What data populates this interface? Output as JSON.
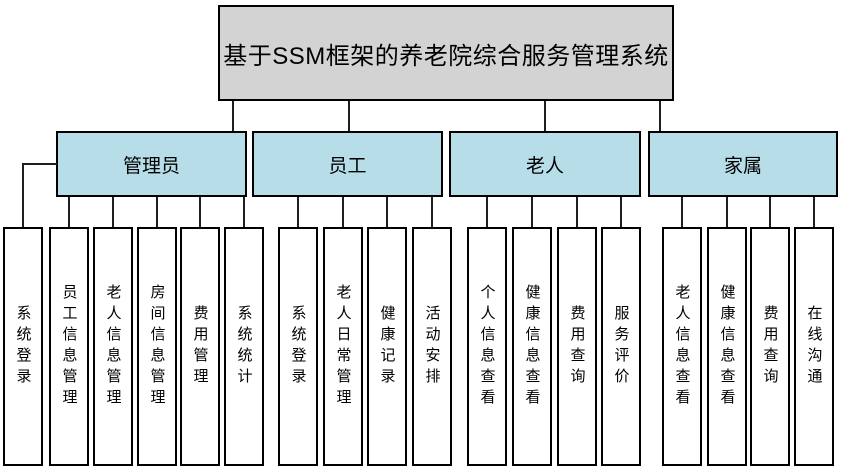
{
  "title": "基于SSM框架的养老院综合服务管理系统",
  "groups": [
    {
      "label": "管理员",
      "children": [
        "系统登录",
        "员工信息管理",
        "老人信息管理",
        "房间信息管理",
        "费用管理",
        "系统统计"
      ]
    },
    {
      "label": "员工",
      "children": [
        "系统登录",
        "老人日常管理",
        "健康记录",
        "活动安排"
      ]
    },
    {
      "label": "老人",
      "children": [
        "个人信息查看",
        "健康信息查看",
        "费用查询",
        "服务评价"
      ]
    },
    {
      "label": "家属",
      "children": [
        "老人信息查看",
        "健康信息查看",
        "费用查询",
        "在线沟通"
      ]
    }
  ],
  "colors": {
    "root_fill": "#d3d3d3",
    "role_fill": "#b6dde8",
    "border": "#000000",
    "connector": "#1f1f1f",
    "background": "#ffffff"
  }
}
